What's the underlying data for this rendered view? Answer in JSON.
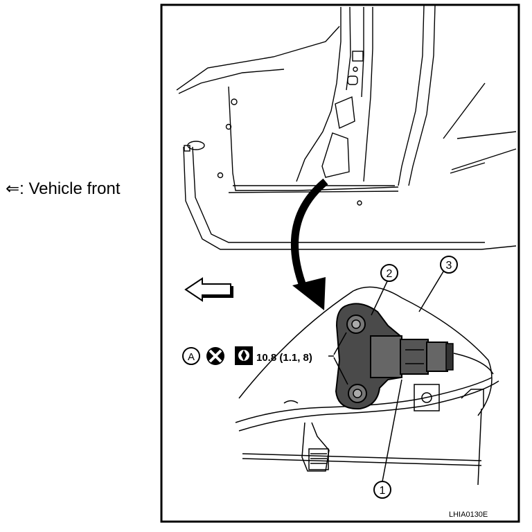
{
  "legend": {
    "arrow_symbol": "⇐",
    "text": ": Vehicle front"
  },
  "callouts": {
    "one": "1",
    "two": "2",
    "three": "3",
    "a": "A"
  },
  "torque": {
    "value": "10.8 (1.1, 8)"
  },
  "figure_code": "LHIA0130E",
  "icons": [
    "front-arrow-icon",
    "callout-a-icon",
    "do-not-reuse-icon",
    "torque-wrench-icon"
  ]
}
